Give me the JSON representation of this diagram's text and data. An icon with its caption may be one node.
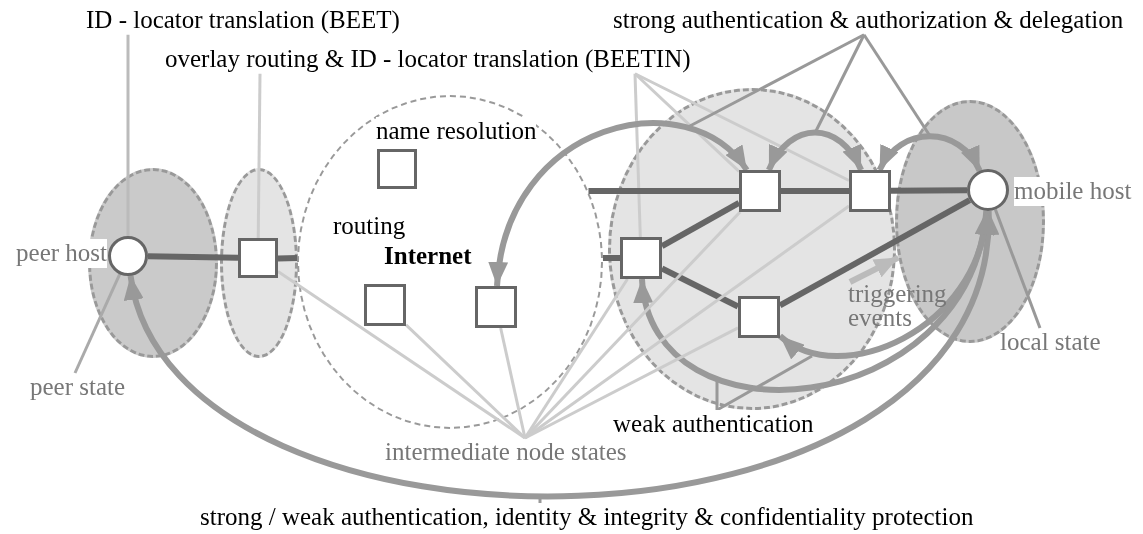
{
  "diagram": {
    "nodes": [
      {
        "text": [
          "ID - locator translation (BEET)"
        ]
      },
      {
        "text": [
          "overlay routing & ID - locator translation (BEETIN)"
        ]
      },
      {
        "text": [
          "strong authentication & authorization & delegation"
        ]
      },
      {
        "text": [],
        "shape": "ellipse"
      },
      {
        "text": [],
        "shape": "circle",
        "in": 3,
        "beside": [
          "peer host"
        ]
      },
      {
        "text": [],
        "shape": "ellipse"
      },
      {
        "text": [],
        "shape": "box",
        "in": 5
      },
      {
        "text": [
          "Internet"
        ]
      },
      {
        "text": [],
        "shape": "box",
        "in": 7,
        "beside": [
          "name resolution"
        ]
      },
      {
        "text": [],
        "shape": "box",
        "in": 7
      },
      {
        "text": [],
        "shape": "box",
        "in": 7
      },
      {
        "text": [],
        "shape": "ellipse"
      },
      {
        "text": [],
        "shape": "box",
        "in": 11
      },
      {
        "text": [],
        "shape": "box",
        "in": 11
      },
      {
        "text": [],
        "shape": "box",
        "in": 11
      },
      {
        "text": [],
        "shape": "box",
        "in": 11
      },
      {
        "text": [],
        "shape": "ellipse"
      },
      {
        "text": [],
        "shape": "circle",
        "in": 16,
        "beside": [
          "mobile host"
        ]
      },
      {
        "text": [
          "triggering events"
        ]
      },
      {
        "text": [
          "local state"
        ]
      },
      {
        "text": [
          "peer state"
        ]
      },
      {
        "text": [
          "intermediate node states"
        ]
      },
      {
        "text": [
          "weak authentication"
        ]
      },
      {
        "text": [
          "strong / weak authentication, identity & integrity & confidentiality protection"
        ]
      }
    ],
    "edges": [
      {
        "from": 0,
        "to": 4,
        "arrow": "none",
        "color": "#bbbbbb"
      },
      {
        "from": 1,
        "to": 6,
        "arrow": "none"
      },
      {
        "from": 1,
        "to": 12,
        "arrow": "none"
      },
      {
        "from": 1,
        "to": 13,
        "arrow": "none"
      },
      {
        "from": 1,
        "to": 14,
        "arrow": "none"
      },
      {
        "from": 2,
        "to": null,
        "arrow": "none",
        "color": "#999999"
      },
      {
        "from": 2,
        "to": null,
        "arrow": "none",
        "color": "#999999"
      },
      {
        "from": 2,
        "to": null,
        "arrow": "none",
        "color": "#999999"
      },
      {
        "from": 4,
        "to": 6,
        "arrow": "none",
        "style": "thick",
        "color": "#666666"
      },
      {
        "from": 6,
        "to": 7,
        "arrow": "none",
        "style": "thick",
        "color": "#666666"
      },
      {
        "from": 7,
        "to": 13,
        "arrow": "none",
        "style": "thick",
        "color": "#666666"
      },
      {
        "from": 7,
        "to": 12,
        "arrow": "none",
        "style": "thick",
        "color": "#666666"
      },
      {
        "from": 12,
        "to": 13,
        "arrow": "none",
        "style": "thick",
        "color": "#666666"
      },
      {
        "from": 13,
        "to": 14,
        "arrow": "none",
        "style": "thick",
        "color": "#666666"
      },
      {
        "from": 14,
        "to": 17,
        "arrow": "none",
        "style": "thick",
        "color": "#666666"
      },
      {
        "from": 12,
        "to": 15,
        "arrow": "none",
        "style": "thick",
        "color": "#666666"
      },
      {
        "from": 15,
        "to": 17,
        "arrow": "none",
        "style": "thick",
        "color": "#666666"
      },
      {
        "from": 10,
        "to": 13,
        "arrow": "both",
        "style": "thick",
        "color": "#999999"
      },
      {
        "from": 13,
        "to": 14,
        "arrow": "both",
        "style": "thick",
        "color": "#999999"
      },
      {
        "from": 14,
        "to": 17,
        "arrow": "both",
        "style": "thick",
        "color": "#999999"
      },
      {
        "from": 4,
        "to": 17,
        "arrow": "both",
        "style": "thick",
        "color": "#999999"
      },
      {
        "from": 12,
        "to": 17,
        "arrow": "both",
        "style": "thick",
        "color": "#999999"
      },
      {
        "from": 15,
        "to": 17,
        "arrow": "both",
        "style": "thick",
        "color": "#999999"
      },
      {
        "from": 18,
        "to": 16,
        "arrow": "to",
        "style": "thick",
        "color": "#bbbbbb"
      },
      {
        "from": 19,
        "to": 17,
        "arrow": "none",
        "color": "#999999"
      },
      {
        "from": 20,
        "to": 4,
        "arrow": "none",
        "color": "#aaaaaa"
      },
      {
        "from": 21,
        "to": 6,
        "arrow": "none"
      },
      {
        "from": 21,
        "to": 9,
        "arrow": "none"
      },
      {
        "from": 21,
        "to": 10,
        "arrow": "none"
      },
      {
        "from": 21,
        "to": 12,
        "arrow": "none"
      },
      {
        "from": 21,
        "to": 13,
        "arrow": "none"
      },
      {
        "from": 21,
        "to": 14,
        "arrow": "none"
      },
      {
        "from": 21,
        "to": 15,
        "arrow": "none"
      },
      {
        "from": 22,
        "to": null,
        "arrow": "none",
        "color": "#999999"
      },
      {
        "from": 22,
        "to": null,
        "arrow": "none",
        "color": "#999999"
      },
      {
        "from": 23,
        "to": null,
        "arrow": "none",
        "color": "#999999"
      }
    ],
    "labels": [
      "routing"
    ]
  }
}
